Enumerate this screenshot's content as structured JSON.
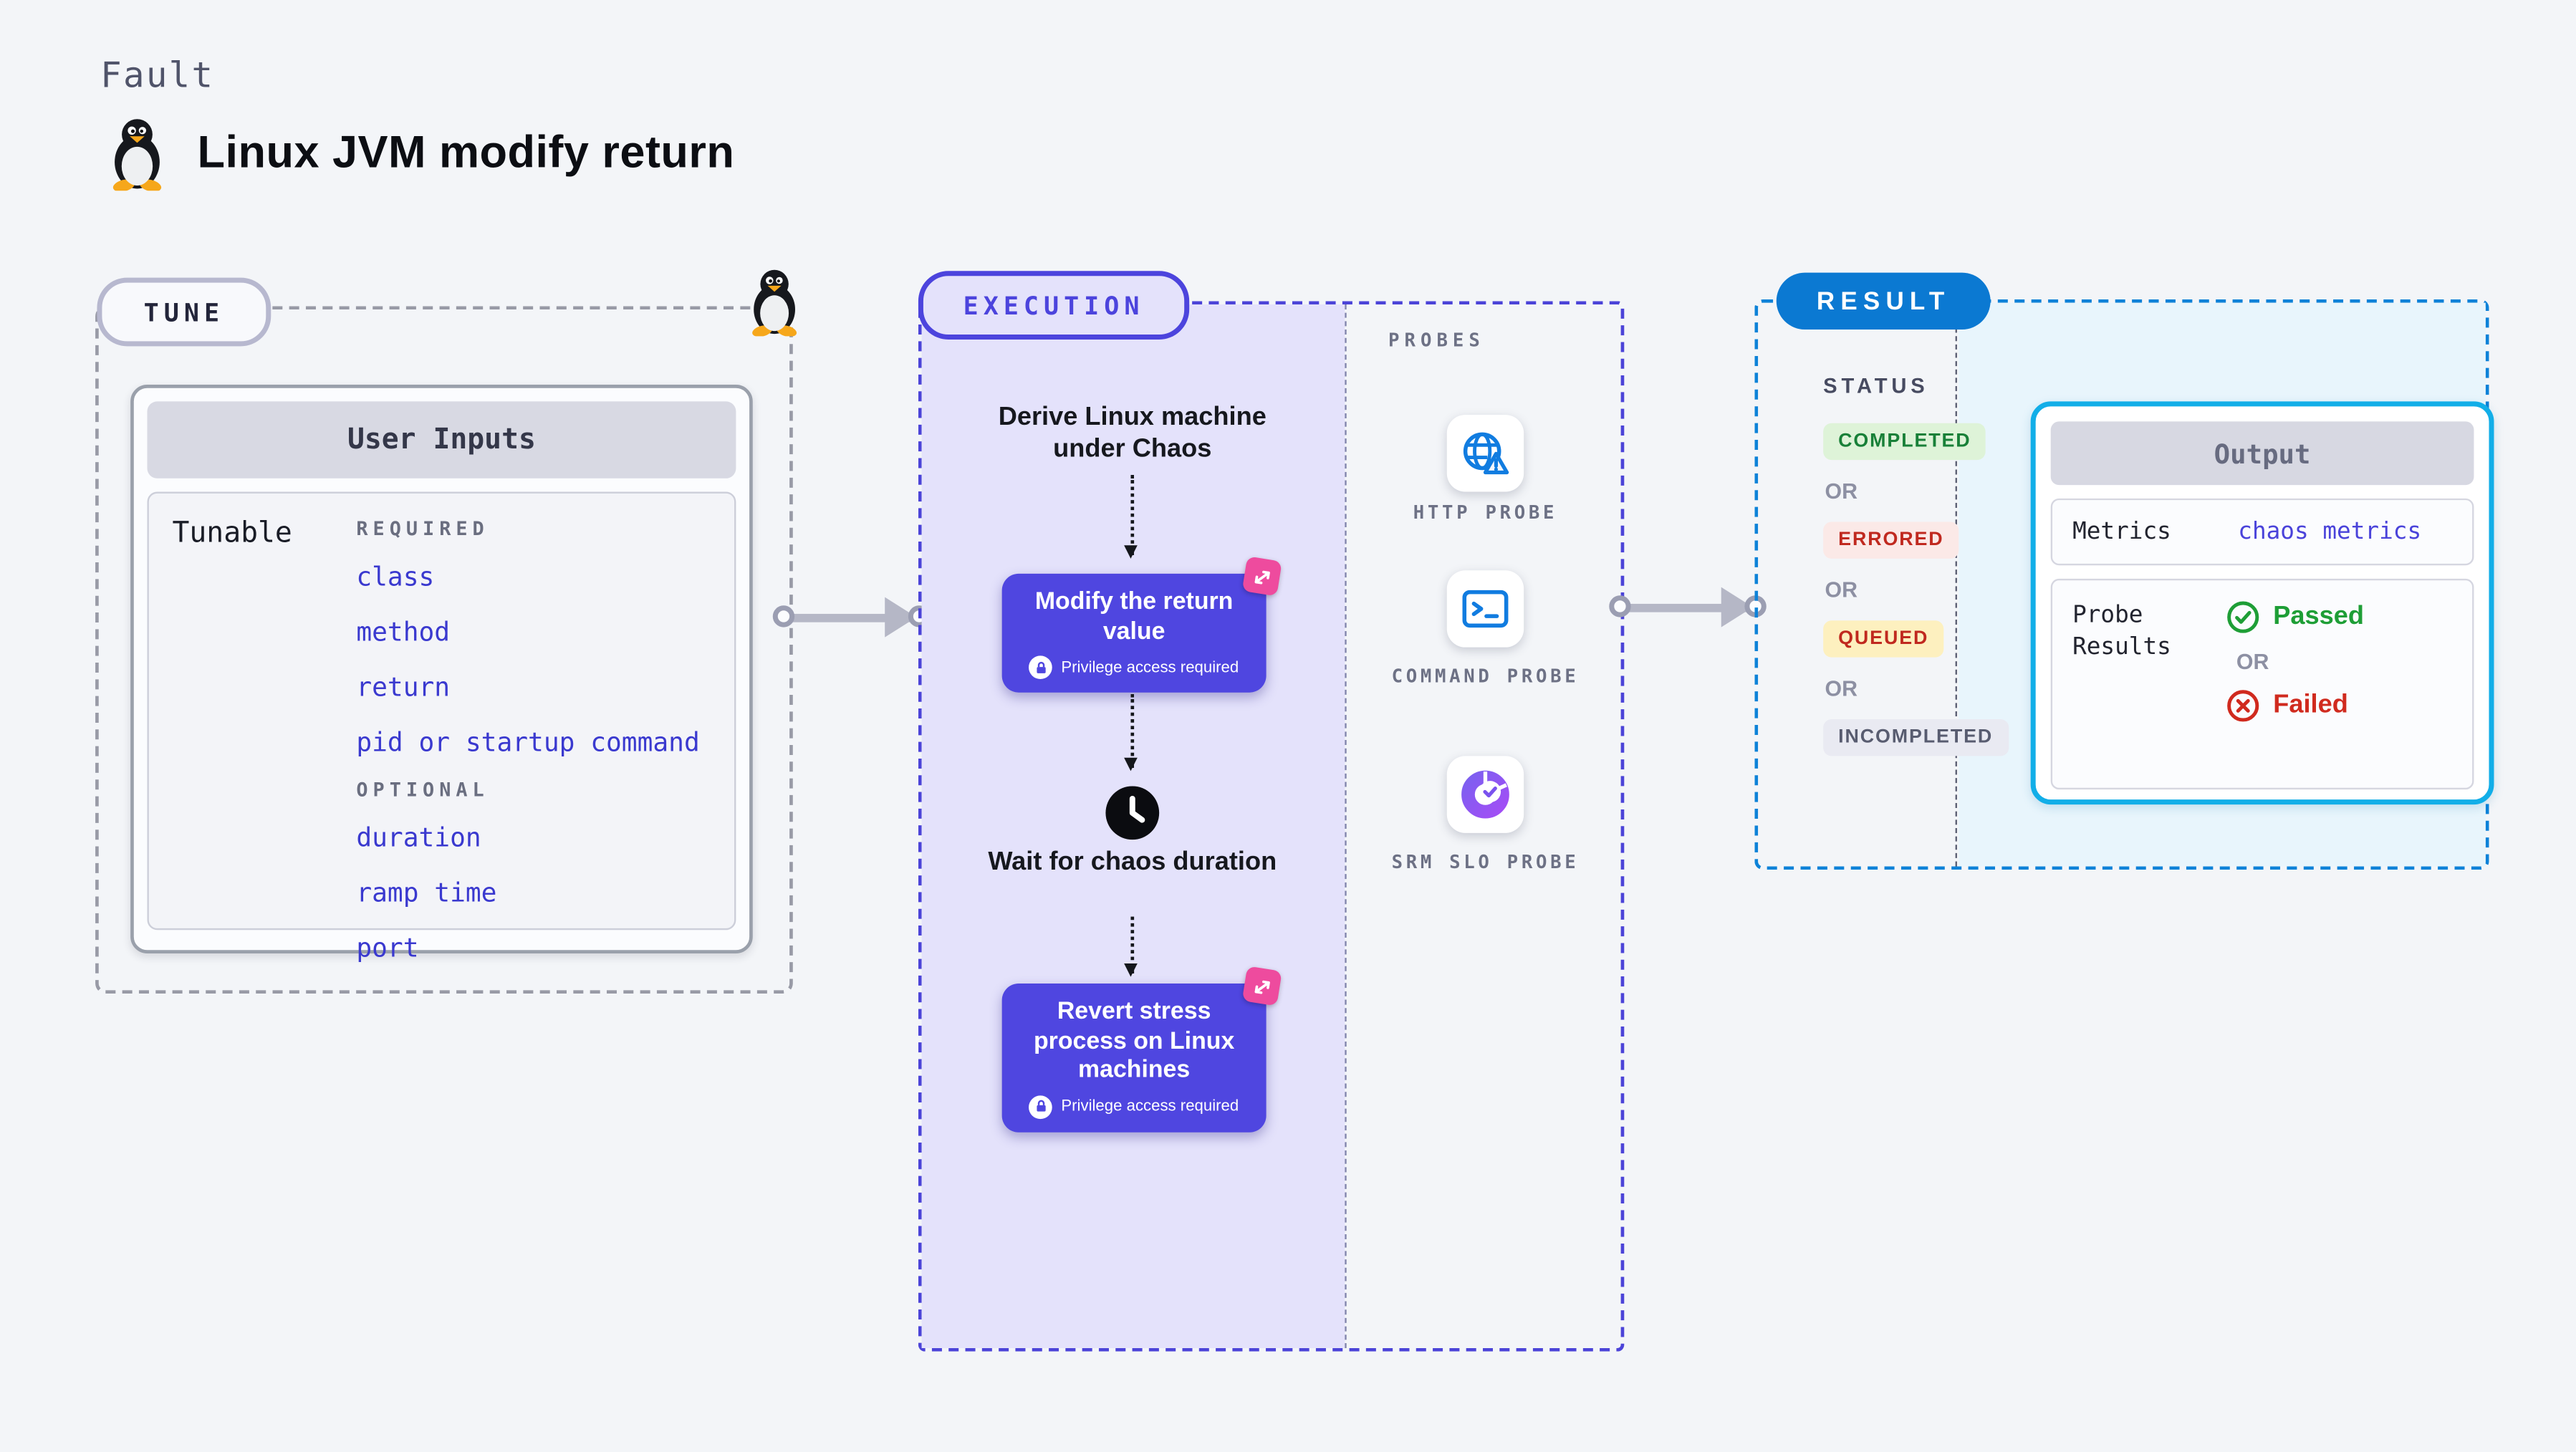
{
  "header": {
    "eyebrow": "Fault",
    "title": "Linux JVM modify return",
    "icon": "tux-penguin-icon"
  },
  "tune": {
    "pill": "TUNE",
    "card_title": "User Inputs",
    "row_label": "Tunable",
    "groups": [
      {
        "label": "REQUIRED",
        "items": [
          "class",
          "method",
          "return",
          "pid or startup command"
        ]
      },
      {
        "label": "OPTIONAL",
        "items": [
          "duration",
          "ramp time",
          "port"
        ]
      }
    ]
  },
  "execution": {
    "pill": "EXECUTION",
    "derive_label": "Derive Linux machine under Chaos",
    "modify_step": {
      "label": "Modify the return value",
      "note": "Privilege access required"
    },
    "wait_label": "Wait for chaos duration",
    "revert_step": {
      "label": "Revert stress process on Linux machines",
      "note": "Privilege access required"
    }
  },
  "probes": {
    "label": "PROBES",
    "items": [
      {
        "name": "HTTP PROBE",
        "icon": "globe-alert-icon"
      },
      {
        "name": "COMMAND PROBE",
        "icon": "terminal-icon"
      },
      {
        "name": "SRM SLO PROBE",
        "icon": "slo-donut-icon"
      }
    ]
  },
  "result": {
    "pill": "RESULT",
    "status_label": "STATUS",
    "or_label": "OR",
    "statuses": [
      {
        "label": "COMPLETED",
        "bg": "#def3d8",
        "color": "#188038"
      },
      {
        "label": "ERRORED",
        "bg": "#fbe9e7",
        "color": "#c0291f"
      },
      {
        "label": "QUEUED",
        "bg": "#fdf0bf",
        "color": "#c0291f"
      },
      {
        "label": "INCOMPLETED",
        "bg": "#e9eaf2",
        "color": "#585c70"
      }
    ],
    "output": {
      "title": "Output",
      "metrics_label": "Metrics",
      "metrics_value": "chaos metrics",
      "probe_results_label": "Probe Results",
      "passed_label": "Passed",
      "or_label": "OR",
      "failed_label": "Failed"
    }
  },
  "colors": {
    "page_bg": "#f3f5f8",
    "indigo_accent": "#4c44dd",
    "indigo_step": "#4f46e0",
    "lavender_fill": "#e4e2fb",
    "pink_badge": "#ee4b9e",
    "result_blue": "#0b79d2",
    "output_border_cyan": "#12aee8",
    "output_bg_cyan": "#e8f5fc",
    "link_blue": "#3a39cf",
    "passed_green": "#1e9e36",
    "failed_red": "#d02a1e"
  }
}
